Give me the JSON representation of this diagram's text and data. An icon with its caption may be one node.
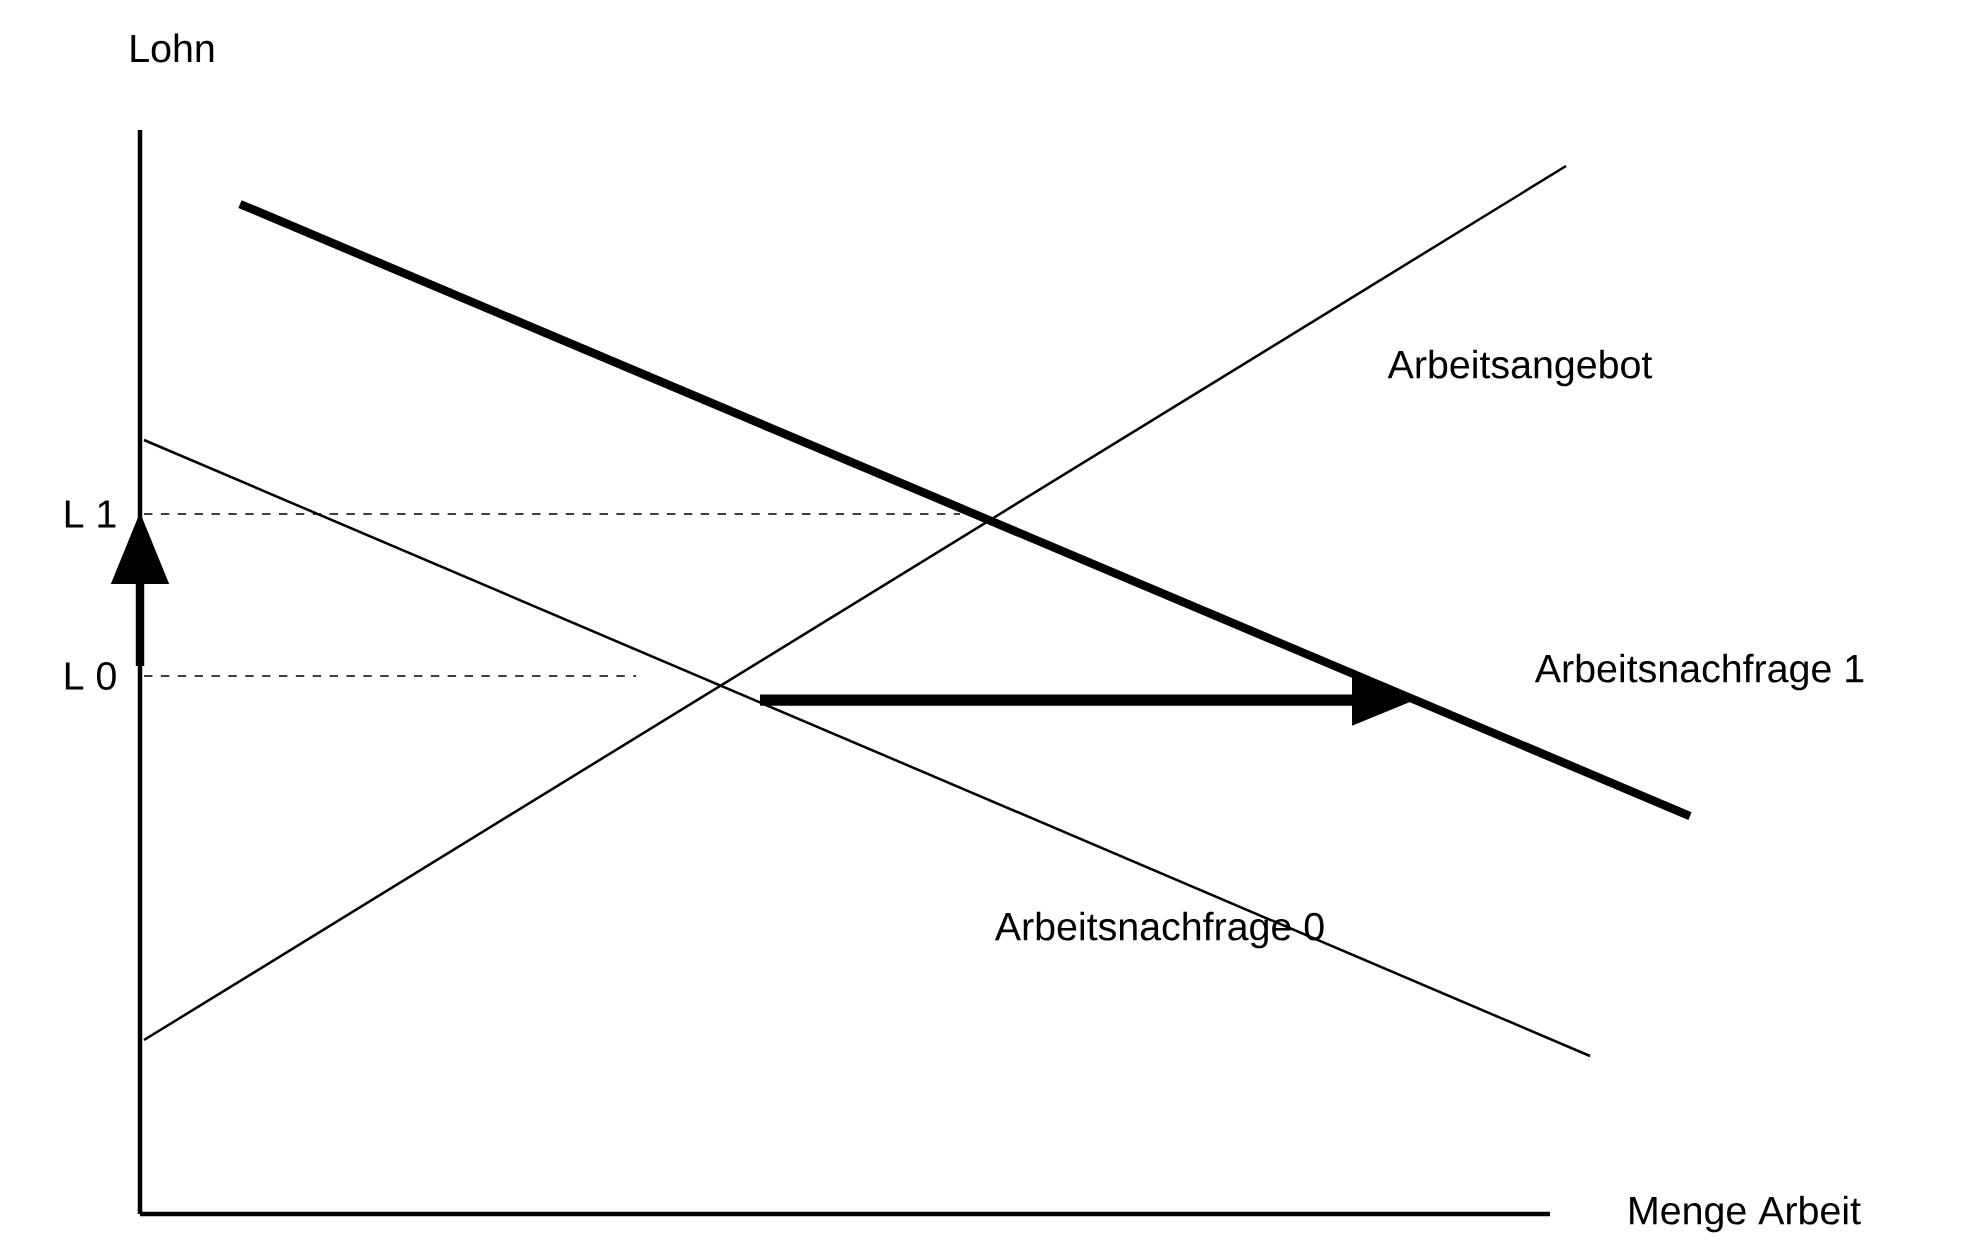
{
  "diagram": {
    "labels": [
      "Lohn",
      "Arbeitsangebot",
      "L 1",
      "L 0",
      "Arbeitsnachfrage 1",
      "Arbeitsnachfrage 0",
      "Menge Arbeit"
    ]
  }
}
